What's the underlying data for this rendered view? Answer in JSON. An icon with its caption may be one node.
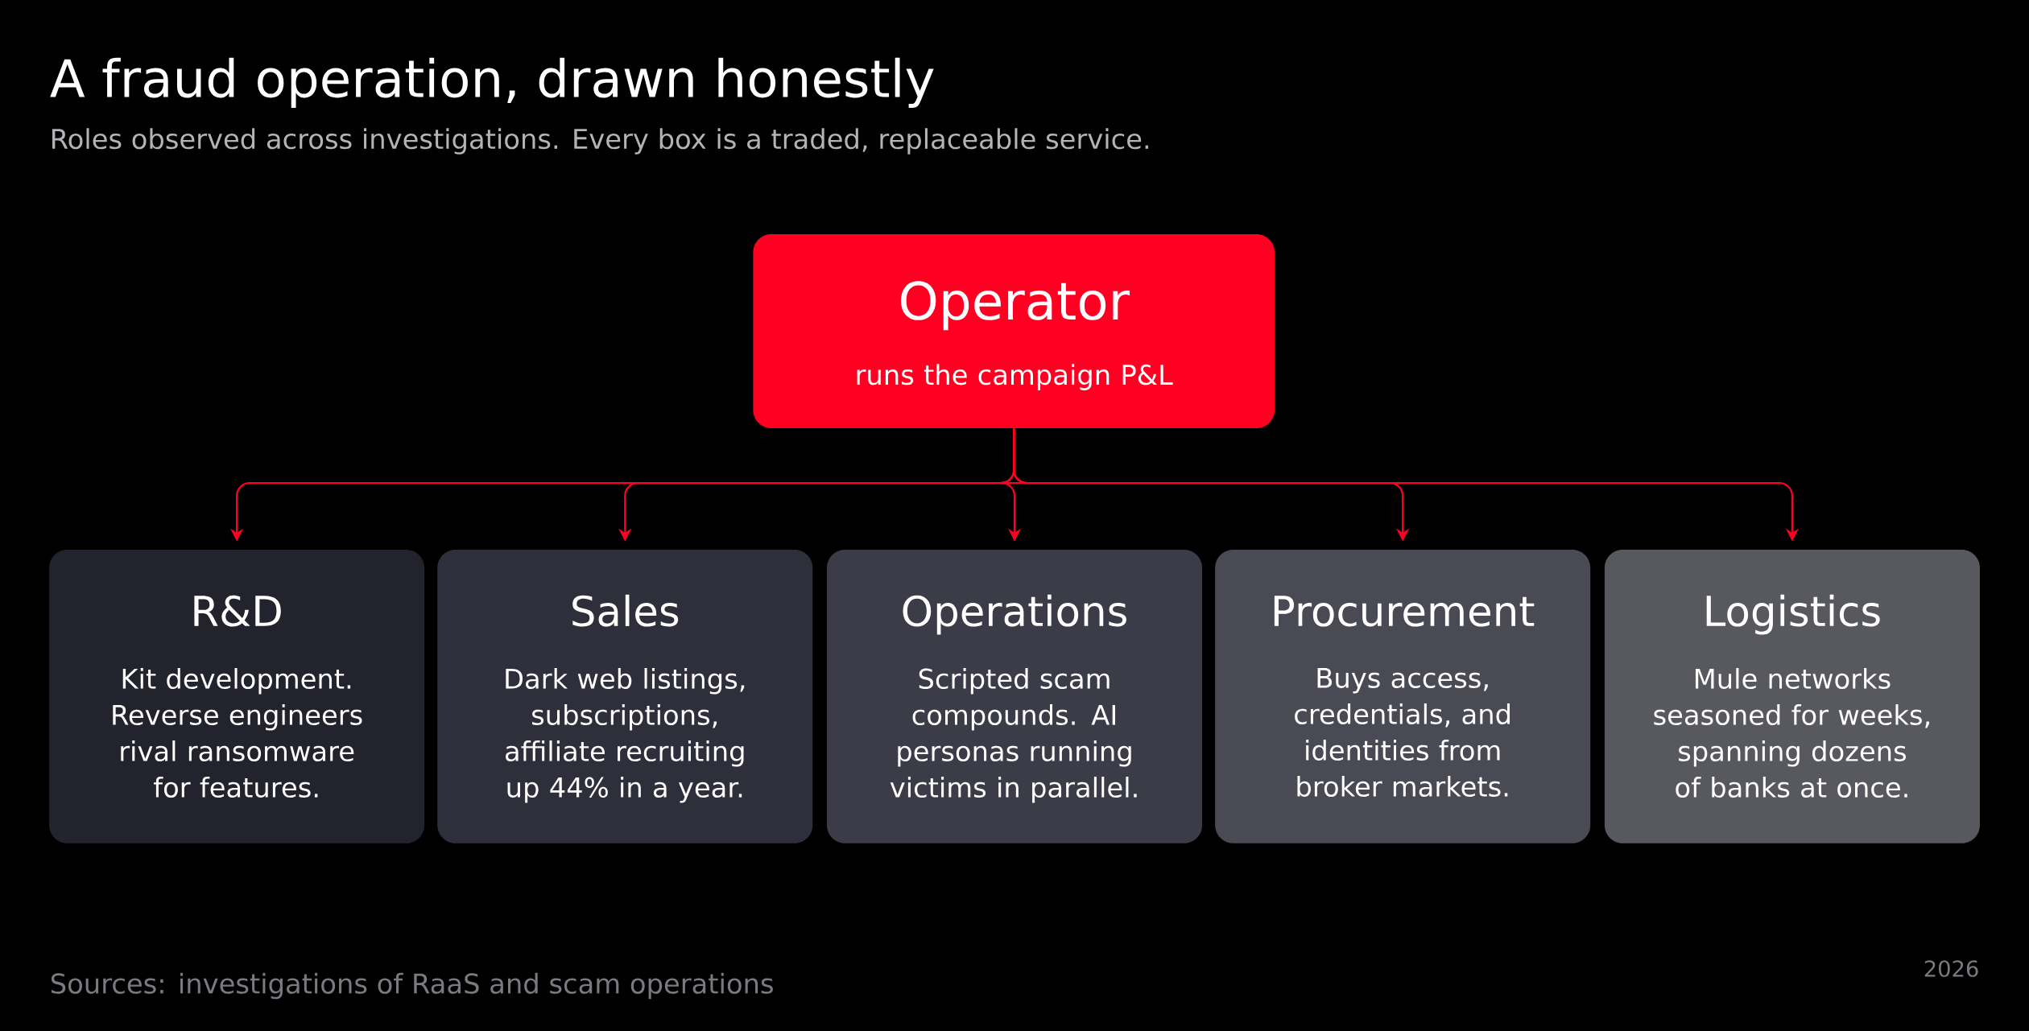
{
  "diagram": {
    "title": "A fraud operation, drawn honestly",
    "nodes": [
      {
        "text": [
          "Operator",
          "runs the campaign P&L"
        ]
      },
      {
        "text": [
          "R&D",
          "Kit development. Reverse engineers rival ransomware for features."
        ]
      },
      {
        "text": [
          "Sales",
          "Dark web listings, subscriptions, affiliate recruiting up 44% in a year."
        ]
      },
      {
        "text": [
          "Operations",
          "Scripted scam compounds. AI personas running victims in parallel."
        ]
      },
      {
        "text": [
          "Procurement",
          "Buys access, credentials, and identities from broker markets."
        ]
      },
      {
        "text": [
          "Logistics",
          "Mule networks seasoned for weeks, spanning dozens of banks at once."
        ]
      }
    ],
    "edges": [
      {
        "from": 0,
        "to": 1,
        "arrow": "to"
      },
      {
        "from": 0,
        "to": 2,
        "arrow": "to"
      },
      {
        "from": 0,
        "to": 3,
        "arrow": "to"
      },
      {
        "from": 0,
        "to": 4,
        "arrow": "to"
      },
      {
        "from": 0,
        "to": 5,
        "arrow": "to"
      }
    ],
    "labels": [
      "Roles observed across investigations. Every box is a traded, replaceable service.",
      "Sources: investigations of RaaS and scam operations",
      "2026"
    ]
  }
}
